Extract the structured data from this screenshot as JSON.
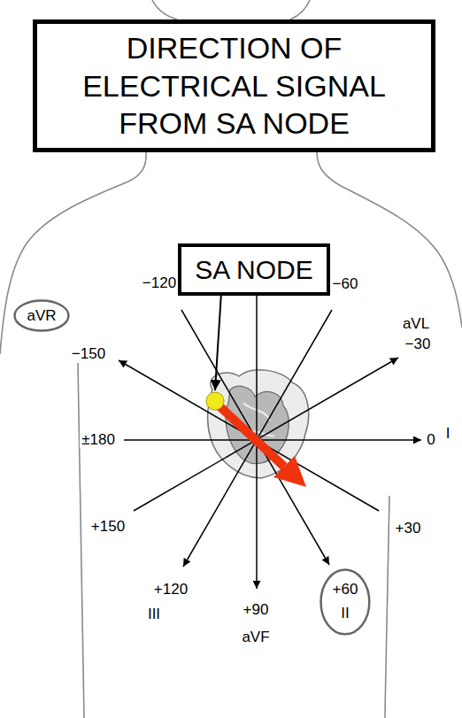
{
  "diagram": {
    "nodes": [
      {
        "text": [
          "DIRECTION OF ELECTRICAL SIGNAL FROM SA NODE"
        ]
      },
      {
        "text": [
          "SA NODE"
        ]
      },
      {
        "text": [
          "aVR"
        ]
      },
      {
        "text": [
          "+60",
          "II"
        ]
      }
    ],
    "labels": [
      "−120",
      "−60",
      "−150",
      "−30",
      "aVL",
      "±180",
      "0",
      "I",
      "+150",
      "+30",
      "+120",
      "III",
      "+90",
      "aVF"
    ]
  }
}
